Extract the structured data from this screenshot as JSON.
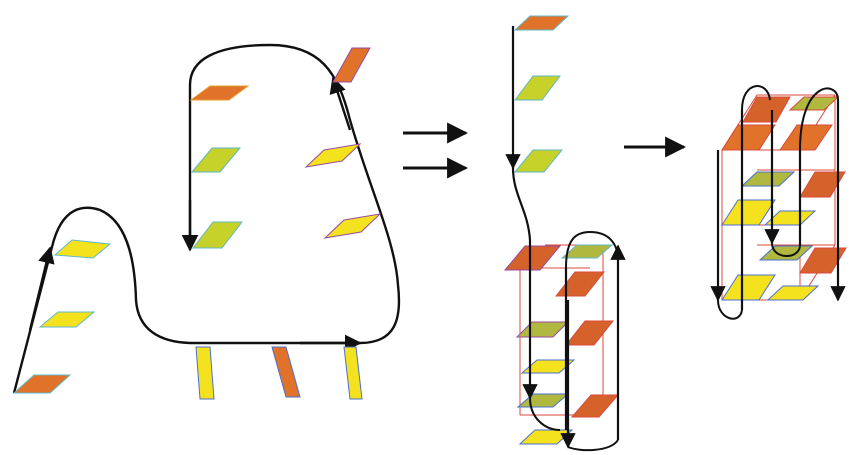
{
  "colors": {
    "background": "#ffffff",
    "strand": "#111111",
    "tile_orange": "#e0722a",
    "tile_orange_dark": "#d4622a",
    "tile_yellow": "#f5e21f",
    "tile_yellowgreen": "#b8c936",
    "tile_olive": "#b0b840",
    "edge_blue": "#4a6fd0",
    "edge_red": "#d84a3a",
    "edge_purple": "#9a4aa0",
    "edge_cyan": "#5fb8c8"
  },
  "stages": [
    {
      "name": "unfolded-strand"
    },
    {
      "name": "hairpin-intermediate"
    },
    {
      "name": "folded-quadruplex"
    }
  ],
  "arrows": [
    {
      "name": "double-arrow",
      "count": 2
    },
    {
      "name": "single-arrow",
      "count": 1
    }
  ]
}
